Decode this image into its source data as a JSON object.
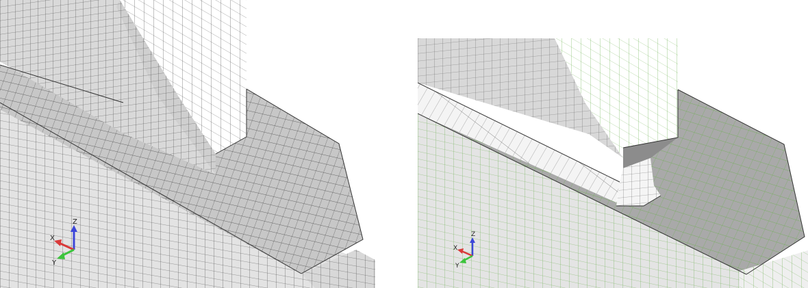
{
  "views": [
    {
      "id": "left",
      "element_edge_color": "#555555",
      "triad": {
        "x_label": "X",
        "y_label": "Y",
        "z_label": "Z"
      }
    },
    {
      "id": "right",
      "element_edge_color": "#6ab04c",
      "triad": {
        "x_label": "X",
        "y_label": "Y",
        "z_label": "Z"
      }
    }
  ],
  "colors": {
    "axis_x": "#d93a3a",
    "axis_y": "#3cc43c",
    "axis_z": "#3c46d9",
    "face_white": "#ffffff",
    "face_light": "#e2e2e2",
    "face_mid": "#cfcfcf",
    "face_dark": "#b5b5b5",
    "face_shadow": "#9c9c9c"
  }
}
